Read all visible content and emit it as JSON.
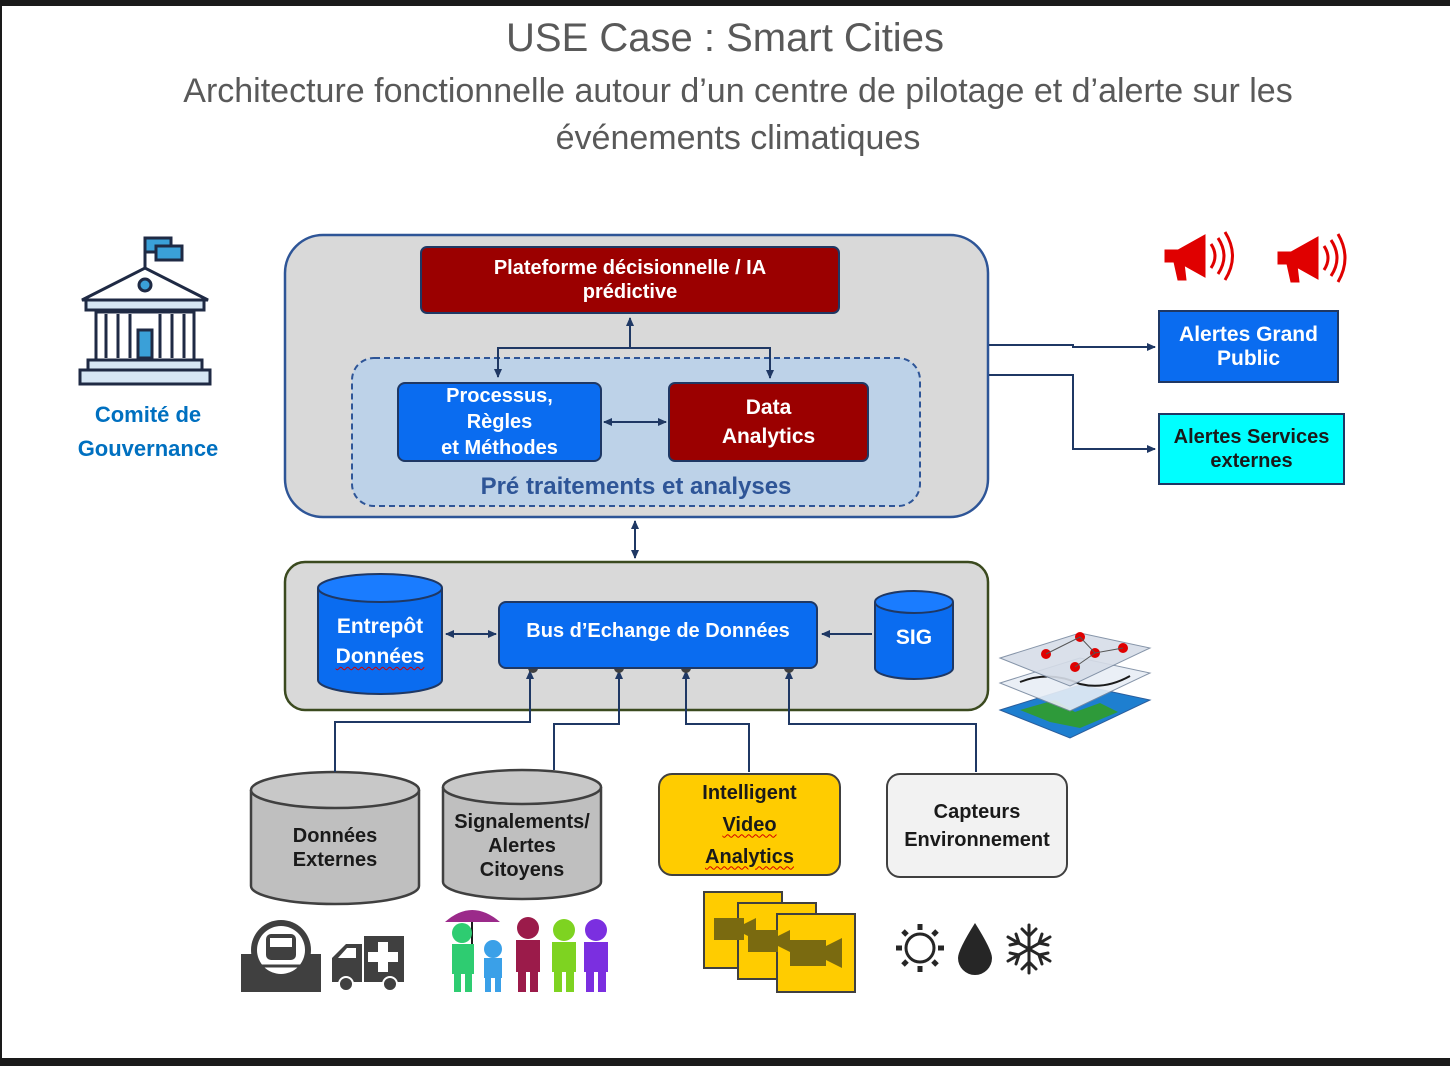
{
  "title": "USE Case : Smart Cities",
  "subtitle": "Architecture fonctionnelle autour d’un centre de pilotage et d’alerte sur les événements climatiques",
  "governance": {
    "line1": "Comité de",
    "line2": "Gouvernance"
  },
  "platform": {
    "line1": "Plateforme décisionnelle / IA",
    "line2": "prédictive"
  },
  "processus": {
    "line1": "Processus,",
    "line2": "Règles",
    "line3": "et Méthodes"
  },
  "analytics": {
    "line1": "Data",
    "line2": "Analytics"
  },
  "pretraitement": "Pré traitements et analyses",
  "entrepot": {
    "line1": "Entrepôt",
    "line2": "Données"
  },
  "bus": "Bus d’Echange de Données",
  "sig": "SIG",
  "alertes_public": {
    "line1": "Alertes Grand",
    "line2": "Public"
  },
  "alertes_services": {
    "line1": "Alertes Services",
    "line2": "externes"
  },
  "sources": {
    "externes": {
      "line1": "Données",
      "line2": "Externes"
    },
    "signalements": {
      "line1": "Signalements/",
      "line2": "Alertes",
      "line3": "Citoyens"
    },
    "video": {
      "line1": "Intelligent",
      "line2": "Video",
      "line3": "Analytics"
    },
    "capteurs": {
      "line1": "Capteurs",
      "line2": "Environnement"
    }
  },
  "colors": {
    "dark_red": "#9b0000",
    "blue": "#0a6cf0",
    "cyan": "#00ffff",
    "yellow": "#ffcc00",
    "grey_panel": "#d9d9d9",
    "light_blue_panel": "#bdd2e8",
    "title_grey": "#595959",
    "governance_blue": "#0070c0",
    "navy_lines": "#1f3864"
  },
  "icons": [
    "building-icon",
    "megaphone-icon",
    "map-layers-icon",
    "tunnel-icon",
    "ambulance-icon",
    "citizens-icon",
    "video-camera-icon",
    "sun-icon",
    "drop-icon",
    "snowflake-icon"
  ]
}
